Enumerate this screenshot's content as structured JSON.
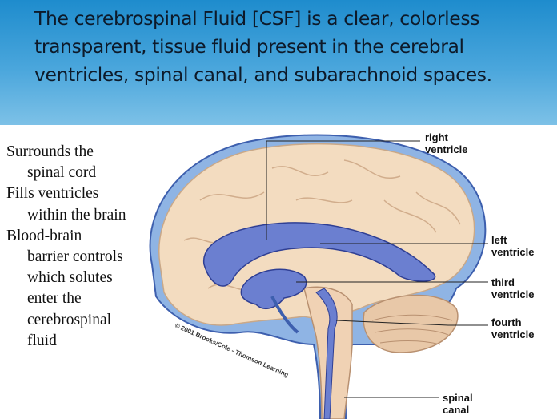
{
  "header": {
    "text": "The cerebrospinal Fluid [CSF] is a clear, colorless transparent, tissue fluid present in the cerebral ventricles, spinal canal, and subarachnoid spaces."
  },
  "left_list": {
    "lines": [
      "Surrounds the",
      "spinal cord",
      "Fills ventricles",
      "within the brain",
      "Blood-brain",
      "barrier controls",
      "which solutes",
      "enter the",
      "cerebrospinal",
      "fluid"
    ]
  },
  "labels": {
    "right_ventricle": "right\nventricle",
    "left_ventricle": "left\nventricle",
    "third_ventricle": "third\nventricle",
    "fourth_ventricle": "fourth\nventricle",
    "spinal_canal": "spinal\ncanal"
  },
  "copyright": "© 2001 Brooks/Cole - Thomson Learning",
  "colors": {
    "header_top": "#1e8ccd",
    "header_bottom": "#7dc1e7",
    "csf_blue": "#6b7fd0",
    "brain": "#f3dcc0"
  }
}
